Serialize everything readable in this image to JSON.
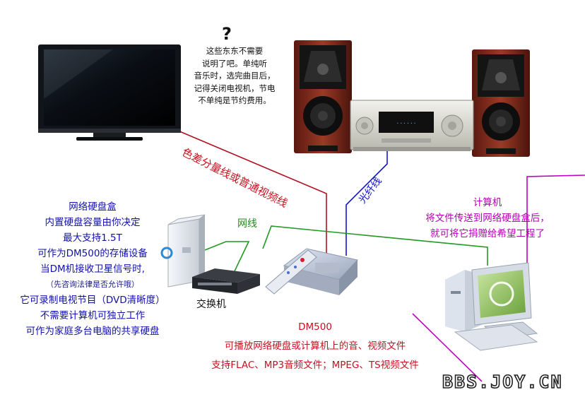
{
  "note": {
    "mark": "?",
    "lines": [
      "这些东东不需要",
      "说明了吧。单纯听",
      "音乐时，选完曲目后，",
      "记得关闭电视机，节电",
      "不单纯是节约费用。"
    ]
  },
  "cables": {
    "component": "色差分量线或普通视频线",
    "fiber": "光纤线",
    "network": "网线"
  },
  "nas": {
    "lines": [
      "网络硬盘盒",
      "内置硬盘容量由你决定",
      "最大支持1.5T",
      "可作为DM500的存储设备",
      "当DM机接收卫星信号时,"
    ],
    "note": "（先咨询法律是否允许哦）",
    "lines2": [
      "它可录制电视节目（DVD清晰度）",
      "不需要计算机可独立工作",
      "可作为家庭多台电脑的共享硬盘"
    ]
  },
  "switch_label": "交换机",
  "computer": {
    "lines": [
      "计算机",
      "将文件传送到网络硬盘盒后，",
      "就可将它捐赠给希望工程了"
    ]
  },
  "dm500": {
    "lines": [
      "DM500",
      "可播放网络硬盘或计算机上的音、视频文件",
      "支持FLAC、MP3音频文件；MPEG、TS视频文件"
    ]
  },
  "watermark": "BBS.JOY.CN",
  "colors": {
    "component_cable": "#b01020",
    "fiber_cable": "#1515cc",
    "network_cable": "#229922",
    "computer_line": "#c000c0",
    "nas_text": "#1111aa",
    "dm500_text": "#c8101e"
  }
}
